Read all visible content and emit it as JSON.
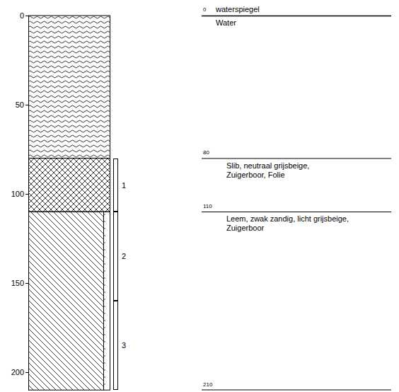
{
  "diagram": {
    "nodes": [
      {
        "text": [
          "1"
        ]
      },
      {
        "text": [
          "2"
        ]
      },
      {
        "text": [
          "3"
        ]
      }
    ],
    "labels": [
      "0",
      "50",
      "100",
      "150",
      "200",
      "0",
      "waterspiegel",
      "Water",
      "80",
      "Slib, neutraal grijsbeige, Zuigerboor, Folie",
      "110",
      "Leem, zwak zandig, licht grijsbeige, Zuigerboor",
      "210"
    ]
  }
}
